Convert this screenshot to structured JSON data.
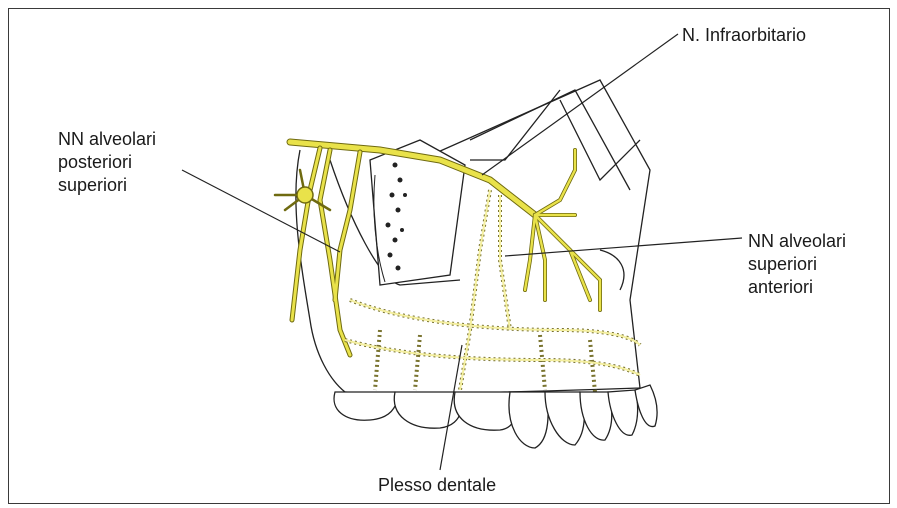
{
  "labels": {
    "infraorbitario": "N. Infraorbitario",
    "posterior": [
      "NN alveolari",
      "posteriori",
      "superiori"
    ],
    "anterior": [
      "NN alveolari",
      "superiori",
      "anteriori"
    ],
    "plesso": "Plesso dentale"
  },
  "colors": {
    "nerve": "#e9e24a",
    "nerve_outline": "#6f6a10",
    "plexus": "#f4efa0",
    "ink": "#1a1a1a",
    "border": "#3a3a3a"
  }
}
